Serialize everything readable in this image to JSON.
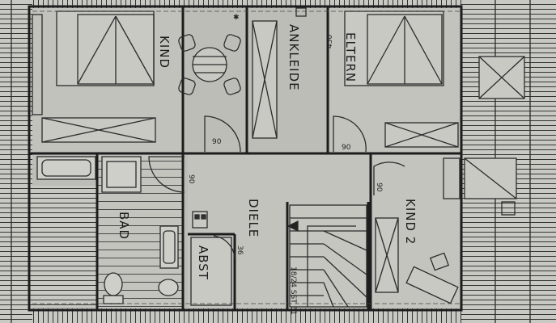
{
  "rooms": {
    "kind": "KIND",
    "ankleide": "ANKLEIDE",
    "eltern": "ELTERN",
    "bad": "BAD",
    "diele": "DIELE",
    "abst": "ABST",
    "kind2": "KIND 2"
  },
  "dimensions": {
    "door_kind": "90",
    "door_eltern": "90",
    "door_diele": "90",
    "door_kind2": "90",
    "sill_eltern": "450",
    "abst_depth": "36",
    "stair_note": "18/24 SST 51"
  },
  "colors": {
    "paper": "#bdbdb8",
    "ink": "#1d1d1d",
    "hatch_bg": "#cfcfca"
  }
}
